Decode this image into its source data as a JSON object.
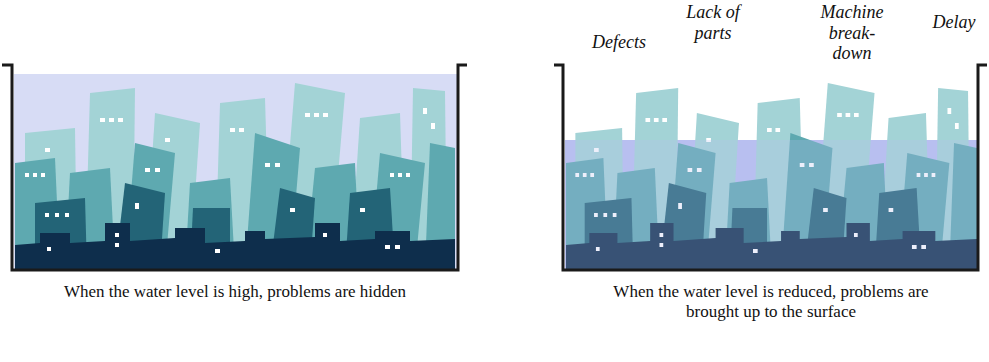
{
  "diagram": {
    "labels": [
      "Defects",
      "Lack of parts",
      "Machine break-down",
      "Delay",
      "When the water level is high, problems are hidden",
      "When the water level is reduced, problems are brought up to the surface"
    ]
  }
}
